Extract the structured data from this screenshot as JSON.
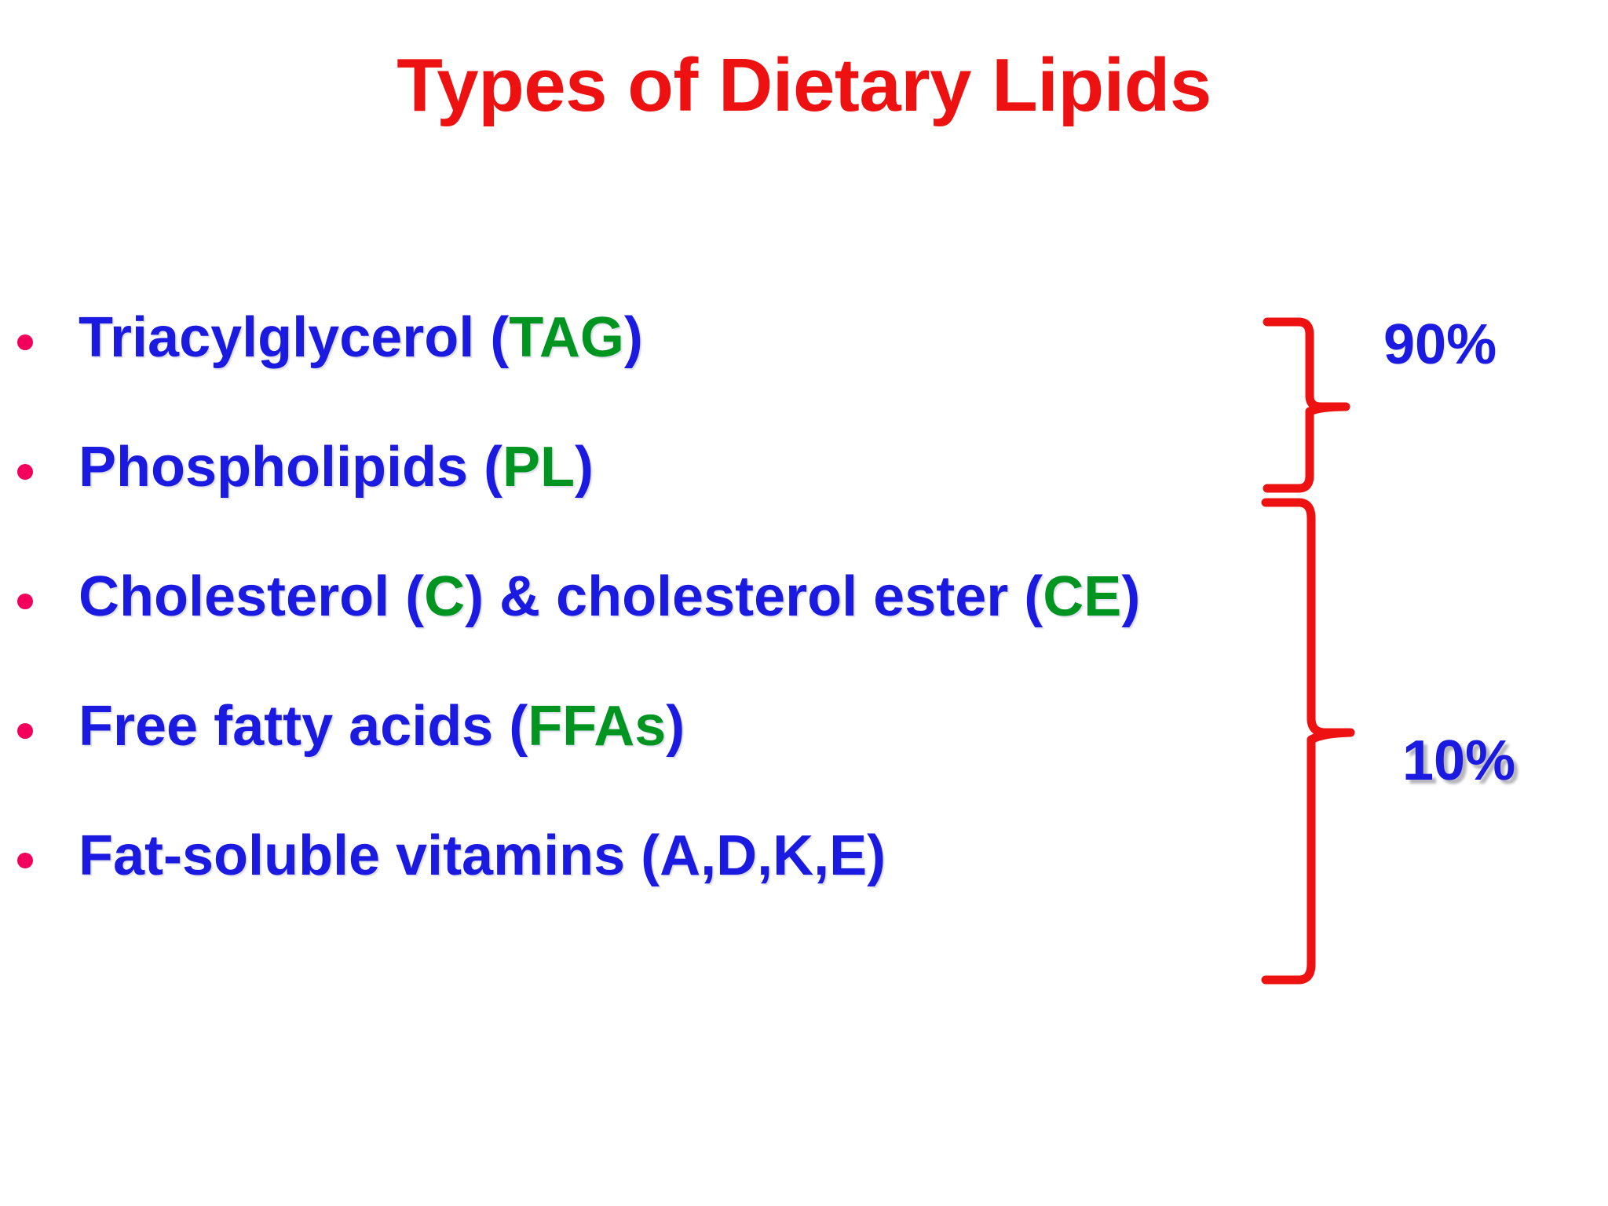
{
  "slide": {
    "title": "Types of Dietary Lipids",
    "background_color": "#ffffff",
    "title_color": "#ee1111",
    "text_color": "#1a1ae0",
    "abbr_color": "#009420",
    "bullet_color": "#f2005c",
    "brace_color": "#ee1111"
  },
  "bullets": [
    {
      "text_before": "Triacylglycerol (",
      "abbr": "TAG",
      "text_after": ")",
      "full_text": "Triacylglycerol (TAG)",
      "bullet_glyph": "dot-bullet"
    },
    {
      "text_before": "Phospholipids (",
      "abbr": "PL",
      "text_after": ")",
      "full_text": "Phospholipids (PL)",
      "bullet_glyph": "dot-bullet"
    },
    {
      "text_before": "Cholesterol (",
      "abbr": "C",
      "text_mid": ") & cholesterol ester (",
      "abbr2": "CE",
      "text_after": ")",
      "full_text": "Cholesterol (C) & cholesterol ester (CE)",
      "bullet_glyph": "dot-bullet"
    },
    {
      "text_before": "Free fatty acids (",
      "abbr": "FFAs",
      "text_after": ")",
      "full_text": "Free fatty acids (FFAs)",
      "bullet_glyph": "dot-bullet"
    },
    {
      "text_before": "Fat-soluble vitamins (A,D,K,E)",
      "abbr": "",
      "text_after": "",
      "full_text": "Fat-soluble vitamins (A,D,K,E)",
      "bullet_glyph": "dot-bullet"
    }
  ],
  "annotations": {
    "group_top": {
      "label": "90%",
      "brace_name": "right-curly-brace",
      "covers": [
        "Triacylglycerol (TAG)",
        "Phospholipids (PL)"
      ]
    },
    "group_bottom": {
      "label": "10%",
      "brace_name": "right-curly-brace",
      "covers": [
        "Cholesterol (C) & cholesterol ester (CE)",
        "Free fatty acids (FFAs)",
        "Fat-soluble vitamins (A,D,K,E)"
      ]
    }
  }
}
